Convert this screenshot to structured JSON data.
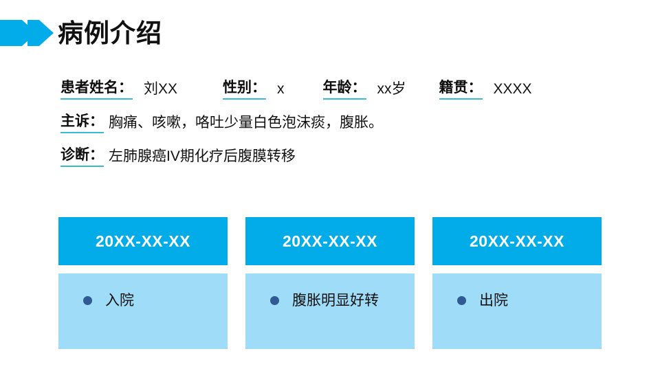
{
  "header": {
    "title": "病例介绍",
    "marker_icon": "double-chevron-right-icon",
    "accent_color": "#02ace9"
  },
  "patient_info": {
    "underline_color": "#3bb8d4",
    "row1": [
      {
        "label": "患者姓名：",
        "value": "刘XX"
      },
      {
        "label": "性别：",
        "value": "x"
      },
      {
        "label": "年龄：",
        "value": "xx岁"
      },
      {
        "label": "籍贯：",
        "value": "XXXX"
      }
    ],
    "chief_complaint": {
      "label": "主诉：",
      "value": "胸痛、咳嗽，咯吐少量白色泡沫痰，腹胀。"
    },
    "diagnosis": {
      "label": "诊断：",
      "value": "左肺腺癌IV期化疗后腹膜转移"
    }
  },
  "timeline": {
    "header_color": "#02ace9",
    "body_color": "#9edcf7",
    "bullet_color": "#2e5b96",
    "cards": [
      {
        "date": "20XX-XX-XX",
        "text": "入院"
      },
      {
        "date": "20XX-XX-XX",
        "text": "腹胀明显好转"
      },
      {
        "date": "20XX-XX-XX",
        "text": "出院"
      }
    ]
  }
}
